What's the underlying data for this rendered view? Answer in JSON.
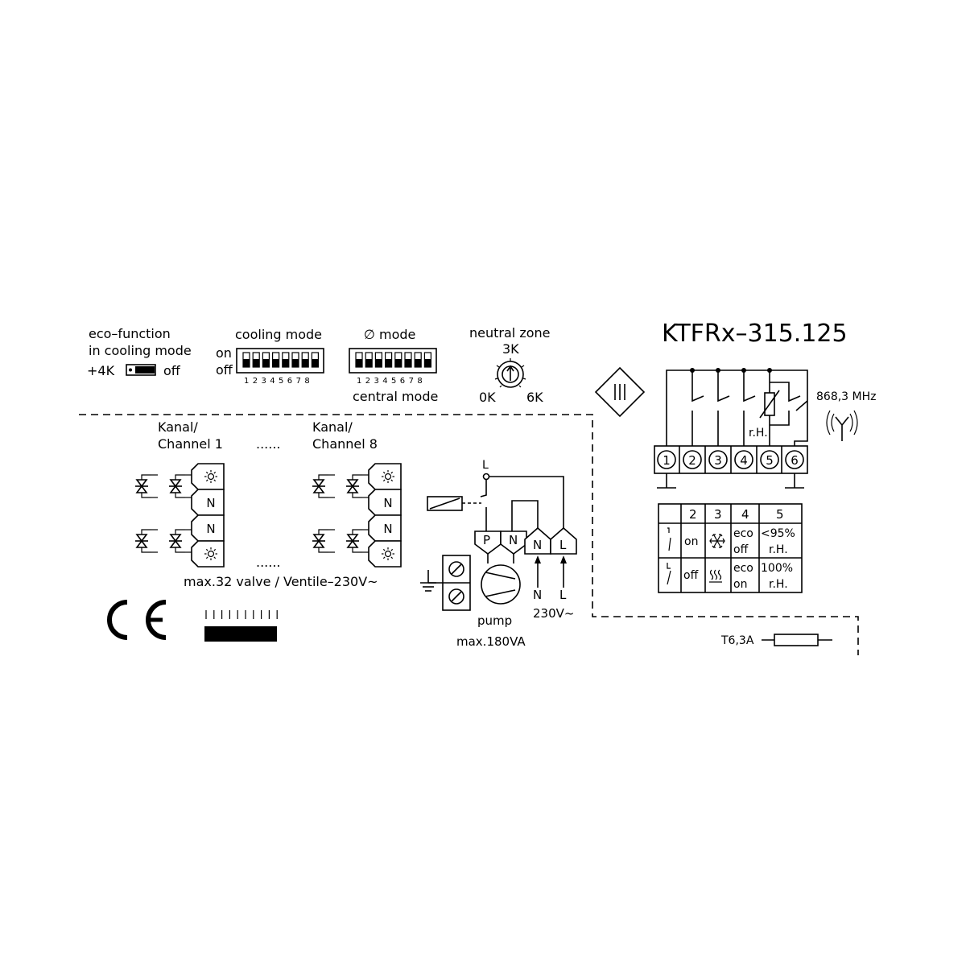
{
  "eco": {
    "line1": "eco–function",
    "line2": "in cooling mode",
    "plus4k": "+4K",
    "off": "off"
  },
  "cooling": {
    "title": "cooling  mode",
    "on": "on",
    "off": "off",
    "numbers": "12345678"
  },
  "phi": {
    "title": "∅  mode",
    "numbers": "12345678",
    "central": "central  mode"
  },
  "neutral": {
    "title": "neutral  zone",
    "k3": "3K",
    "k0": "0K",
    "k6": "6K"
  },
  "model": "KTFRx–315.125",
  "radio": {
    "freq": "868,3 MHz",
    "rh": "r.H."
  },
  "terminals": [
    "1",
    "2",
    "3",
    "4",
    "5",
    "6"
  ],
  "table": {
    "header": [
      "2",
      "3",
      "4",
      "5"
    ],
    "row1": {
      "c2": "on",
      "c4a": "eco",
      "c4b": "off",
      "c5a": "<95%",
      "c5b": "r.H."
    },
    "row2": {
      "c2": "off",
      "c4a": "eco",
      "c4b": "on",
      "c5a": "100%",
      "c5b": "r.H."
    }
  },
  "channels": {
    "ch1_l1": "Kanal/",
    "ch1_l2": "Channel 1",
    "ch8_l1": "Kanal/",
    "ch8_l2": "Channel 8",
    "dots": "......",
    "dots2": "......",
    "n": "N"
  },
  "valve_note": "max.32 valve / Ventile–230V~",
  "pump": {
    "l": "L",
    "p": "P",
    "n": "N",
    "tn": "N",
    "tl": "L",
    "in_n": "N",
    "in_l": "L",
    "voltage": "230V~",
    "label": "pump",
    "power": "max.180VA"
  },
  "fuse": "T6,3A",
  "ce": "CE",
  "icons": [
    "sun-icon",
    "valve-icon",
    "antenna-icon",
    "snowflake-icon",
    "heating-icon",
    "ground-icon",
    "fuse-icon",
    "pump-motor-icon",
    "rotary-switch-icon",
    "dip-switch-icon",
    "class-ii-icon",
    "ce-mark-icon"
  ]
}
